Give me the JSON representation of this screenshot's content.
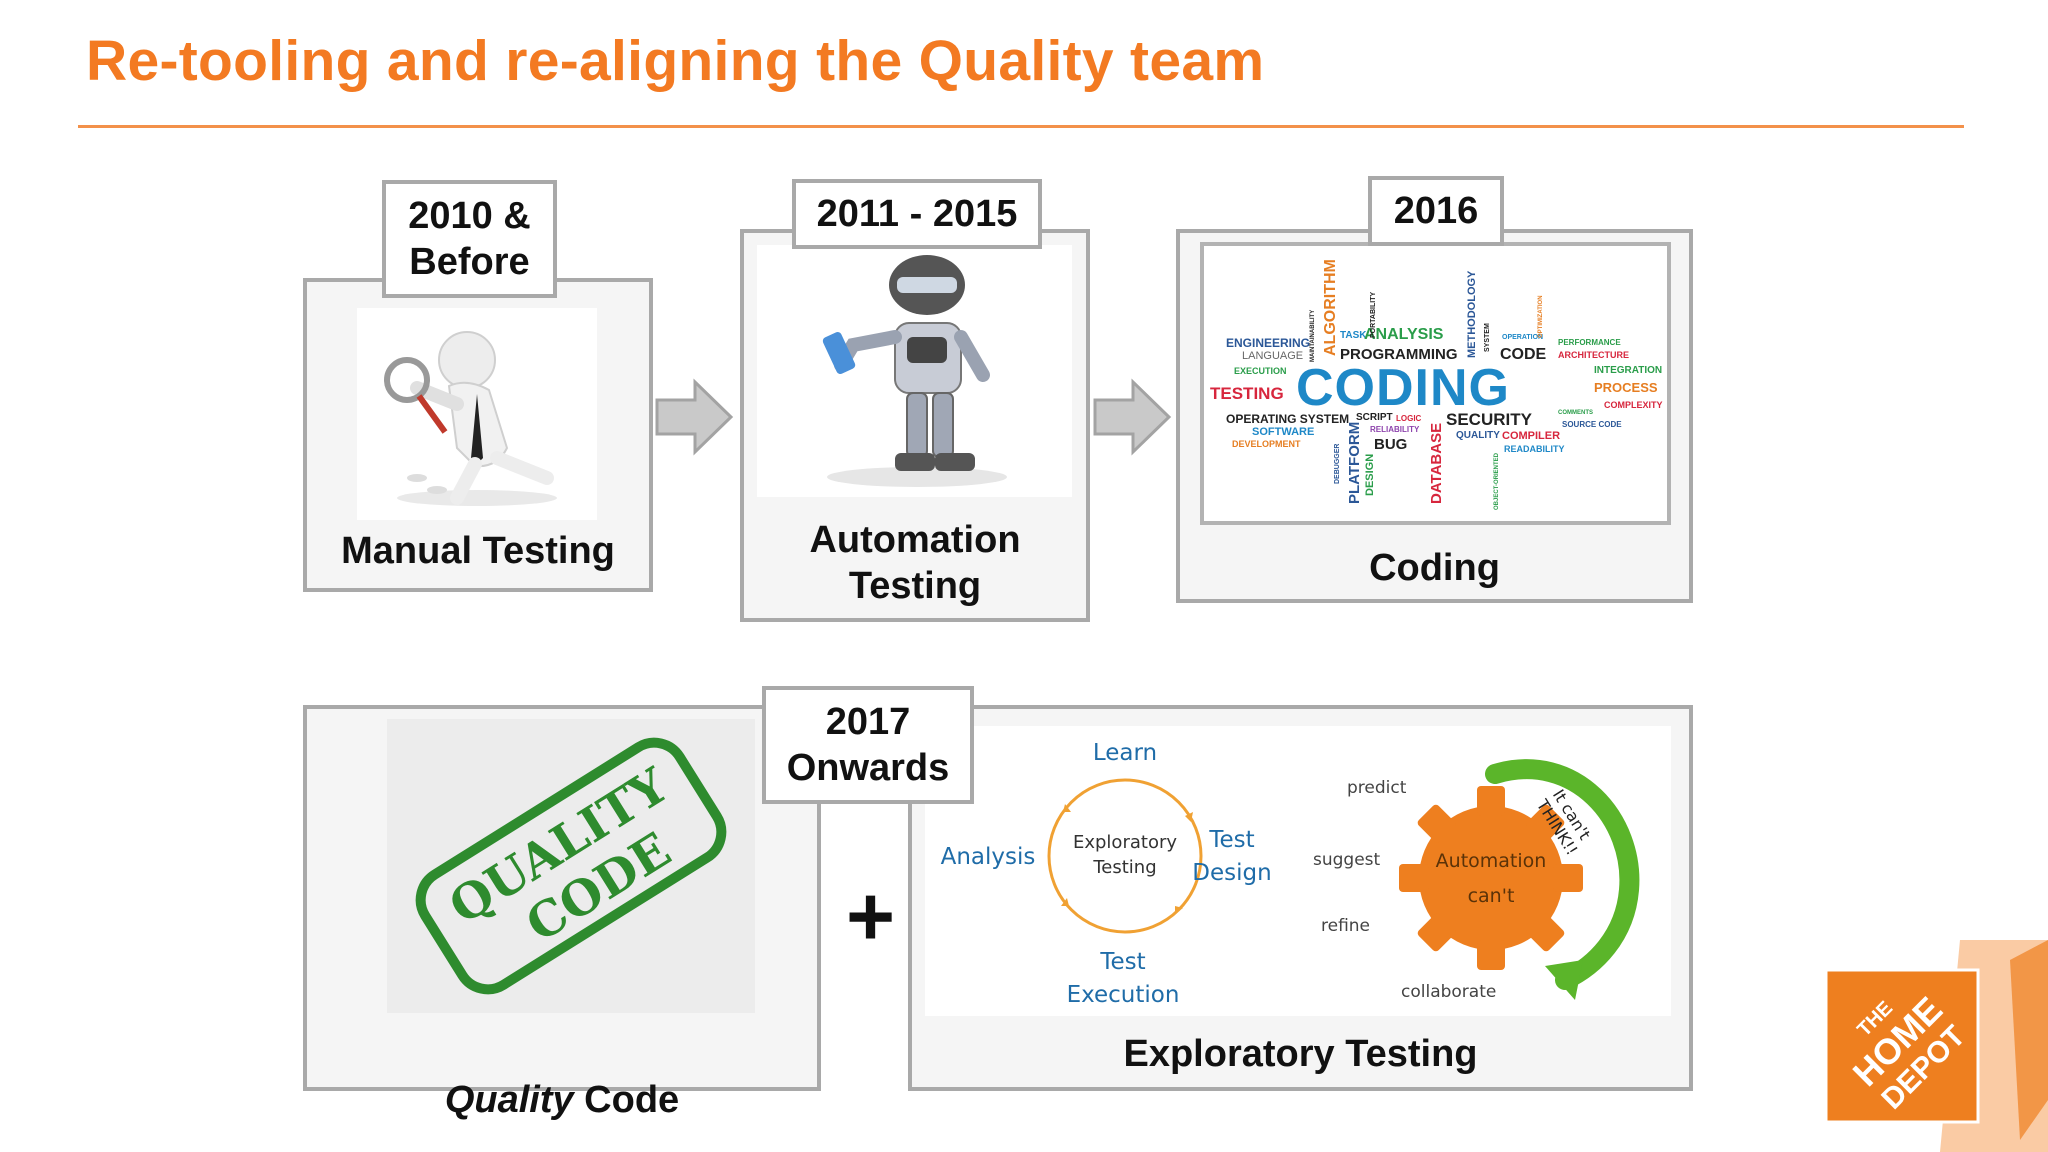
{
  "slide": {
    "title": "Re-tooling and re-aligning the Quality team"
  },
  "stages": [
    {
      "period": "2010 &\nBefore",
      "label": "Manual Testing"
    },
    {
      "period": "2011 - 2015",
      "label": "Automation\nTesting"
    },
    {
      "period": "2016",
      "label": "Coding"
    },
    {
      "period": "2017\nOnwards",
      "label_italic": "Quality",
      "label_rest": " Code",
      "label2": "Exploratory Testing"
    }
  ],
  "plus_symbol": "+",
  "word_cloud": {
    "main": "CODING",
    "words": [
      "ENGINEERING",
      "LANGUAGE",
      "EXECUTION",
      "TESTING",
      "OPERATING SYSTEM",
      "SOFTWARE",
      "DEVELOPMENT",
      "ALGORITHM",
      "TASK",
      "ANALYSIS",
      "PROGRAMMING",
      "CODE",
      "PERFORMANCE",
      "ARCHITECTURE",
      "INTEGRATION",
      "PROCESS",
      "COMPLEXITY",
      "SCRIPT",
      "LOGIC",
      "RELIABILITY",
      "SECURITY",
      "QUALITY",
      "COMPILER",
      "READABILITY",
      "SOURCE CODE",
      "BUG",
      "PLATFORM",
      "DATABASE",
      "DESIGN",
      "METHODOLOGY",
      "DEBUGGER",
      "OPERATION",
      "MAINTAINABILITY",
      "PORTABILITY",
      "OPTIMIZATION",
      "SYSTEM",
      "OBJECT-ORIENTED",
      "COMMENTS"
    ]
  },
  "stamp": {
    "line1": "QUALITY",
    "line2": "CODE"
  },
  "exploratory_cycle": {
    "center": "Exploratory\nTesting",
    "learn": "Learn",
    "test_design": "Test\nDesign",
    "test_execution": "Test\nExecution",
    "analysis": "Analysis"
  },
  "automation_gear": {
    "center": "Automation\ncan't",
    "predict": "predict",
    "suggest": "suggest",
    "refine": "refine",
    "collaborate": "collaborate",
    "arc_text": "It can't THINK!!"
  },
  "logo": {
    "text_lines": [
      "THE",
      "HOME",
      "DEPOT"
    ]
  },
  "colors": {
    "accent": "#f37a22",
    "border": "#a9a9a9",
    "stamp": "#2e8b2e",
    "cycle": "#f0a133",
    "gear": "#ee7f1f",
    "arc": "#5bb52a"
  }
}
